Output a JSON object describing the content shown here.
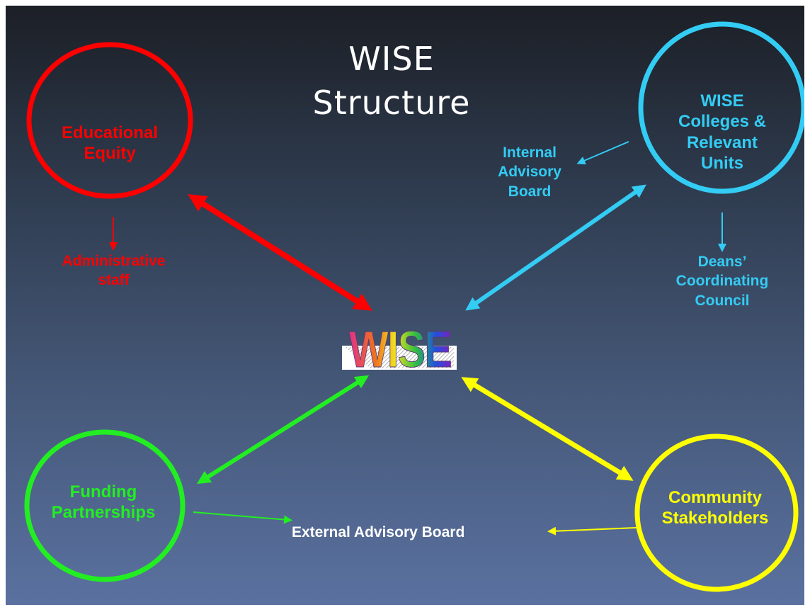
{
  "title": {
    "line1": "WISE",
    "line2": "Structure"
  },
  "colors": {
    "equity": "#ff0000",
    "colleges": "#33ccf4",
    "funding": "#22ee22",
    "community": "#ffff00",
    "external": "#ffffff"
  },
  "nodes": {
    "equity": {
      "line1": "Educational",
      "line2": "Equity"
    },
    "colleges": {
      "line1": "WISE",
      "line2": "Colleges &",
      "line3": "Relevant",
      "line4": "Units"
    },
    "funding": {
      "line1": "Funding",
      "line2": "Partnerships"
    },
    "community": {
      "line1": "Community",
      "line2": "Stakeholders"
    }
  },
  "labels": {
    "admin": {
      "line1": "Administrative",
      "line2": "staff"
    },
    "internal": {
      "line1": "Internal",
      "line2": "Advisory",
      "line3": "Board"
    },
    "deans": {
      "line1": "Deans’",
      "line2": "Coordinating",
      "line3": "Council"
    },
    "external": "External Advisory Board"
  },
  "logo": {
    "text": "WISE",
    "icon": "wise-logo-icon"
  }
}
